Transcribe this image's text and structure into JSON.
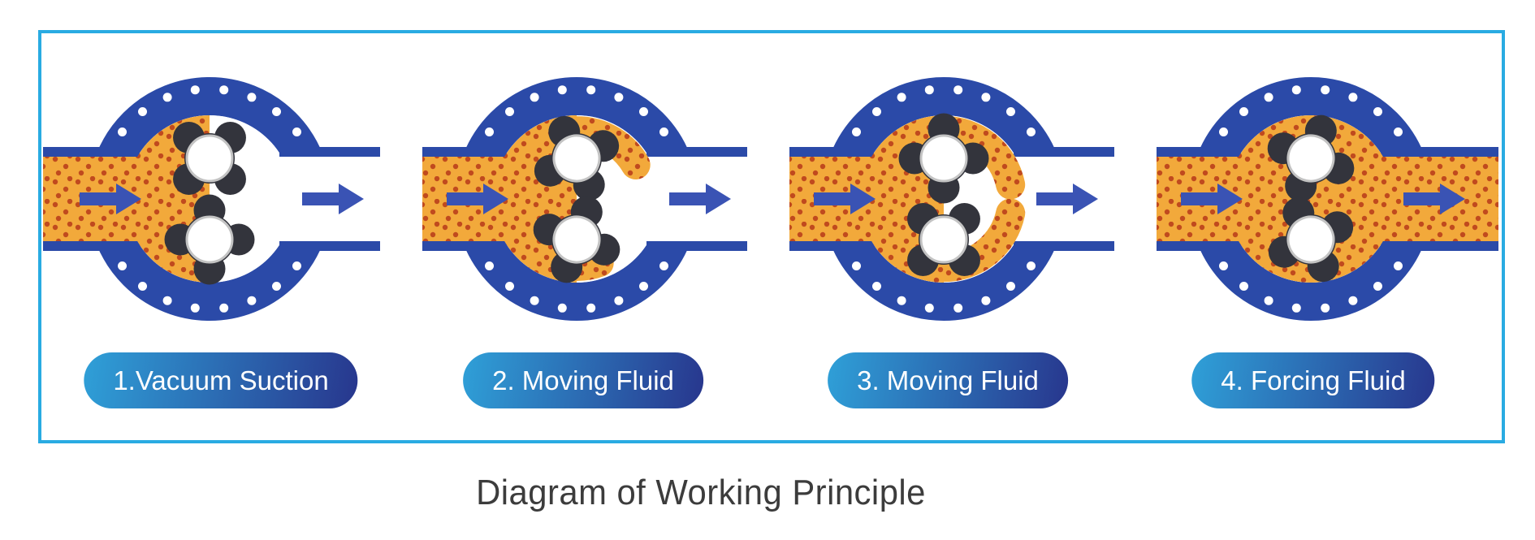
{
  "diagram": {
    "caption": "Diagram of Working Principle",
    "stages": [
      {
        "label": "1.Vacuum Suction",
        "chamber": "inlet",
        "outlet_fluid": false,
        "rotor_angle": 45
      },
      {
        "label": "2. Moving Fluid",
        "chamber": "carry-small",
        "outlet_fluid": false,
        "rotor_angle": 65
      },
      {
        "label": "3. Moving Fluid",
        "chamber": "carry-large",
        "outlet_fluid": false,
        "rotor_angle": 90
      },
      {
        "label": "4. Forcing Fluid",
        "chamber": "full",
        "outlet_fluid": true,
        "rotor_angle": 110
      }
    ],
    "icons": {
      "flow_arrow": "right-arrow",
      "bolt": "bolt-dot"
    },
    "colors": {
      "frame_border": "#29ABE2",
      "pump_blue": "#2B4AA8",
      "arrow_blue": "#3A53B4",
      "fluid_orange": "#F2A93B",
      "fluid_dot_red": "#C04A1E",
      "rotor_dark": "#33343C",
      "bore_rim": "#C3C3C3",
      "label_gradient_start": "#2FA0D8",
      "label_gradient_end": "#28368D",
      "label_text": "#FFFFFF",
      "caption_text": "#3C3C3C"
    }
  }
}
